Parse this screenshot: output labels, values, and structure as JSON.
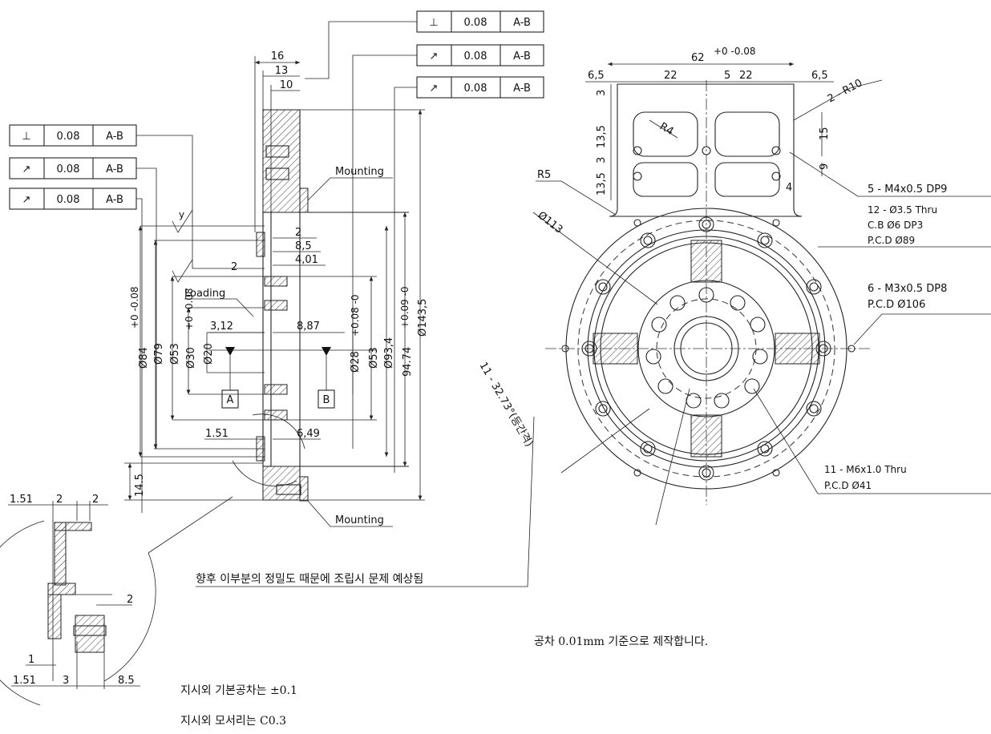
{
  "fcf": {
    "top": [
      {
        "symbol": "⊥",
        "value": "0.08",
        "datum": "A-B"
      },
      {
        "symbol": "↗",
        "value": "0.08",
        "datum": "A-B"
      },
      {
        "symbol": "↗",
        "value": "0.08",
        "datum": "A-B"
      }
    ],
    "left": [
      {
        "symbol": "⊥",
        "value": "0.08",
        "datum": "A-B"
      },
      {
        "symbol": "↗",
        "value": "0.08",
        "datum": "A-B"
      },
      {
        "symbol": "↗",
        "value": "0.08",
        "datum": "A-B"
      }
    ]
  },
  "side_view": {
    "dim_16": "16",
    "dim_13": "13",
    "dim_10": "10",
    "dim_2a": "2",
    "dim_8_5": "8,5",
    "dim_4_01": "4,01",
    "dim_2b": "2",
    "dim_3_12": "3,12",
    "dim_8_87": "8,87",
    "dim_1_51": "1.51",
    "dim_6_49": "6,49",
    "dim_14_5": "14.5",
    "mounting_top": "Mounting",
    "mounting_bottom": "Mounting",
    "loading": "Loading",
    "dia_84": "Ø84",
    "dia_84_tol": "+0 -0.08",
    "dia_79": "Ø79",
    "dia_53": "Ø53",
    "dia_30": "Ø30",
    "dia_30_tol": "+0 -0.08",
    "dia_20": "Ø20",
    "dia_28": "Ø28",
    "dia_28_tol": "+0.08 -0",
    "dia_53b": "Ø53",
    "dia_93_4": "Ø93,4",
    "dia_94_74": "94.74",
    "dia_94_74_tol": "+0.09 -0",
    "dia_143_5": "Ø143,5",
    "datum_a": "A",
    "datum_b": "B",
    "surface_mark": "y"
  },
  "front_view": {
    "dim_62": "62",
    "dim_62_tol": "+0 -0.08",
    "dim_6_5_left": "6,5",
    "dim_22_left": "22",
    "dim_5": "5",
    "dim_22_right": "22",
    "dim_6_5_right": "6,5",
    "dim_2_r10": "2 - R10",
    "dim_r4": "R4",
    "dim_r5": "R5",
    "dim_3_top": "3",
    "dim_13_5_top": "13,5",
    "dim_3_mid": "3",
    "dim_13_5_bot": "13,5",
    "dim_15": "15",
    "dim_9": "9",
    "dim_4": "4",
    "dia_113": "Ø113",
    "note_m4_1": "5 - M4x0.5 DP9",
    "note_m4_2": "12 - Ø3.5 Thru",
    "note_m4_3": "C.B Ø6 DP3",
    "note_m4_4": "P.C.D Ø89",
    "note_m3_1": "6 - M3x0.5 DP8",
    "note_m3_2": "P.C.D Ø106",
    "note_m6_1": "11 - M6x1.0 Thru",
    "note_m6_2": "P.C.D Ø41",
    "angle_note": "11 - 32.73°(등간격)"
  },
  "detail": {
    "dim_1_51_top": "1.51",
    "dim_2_top_a": "2",
    "dim_2_top_b": "2",
    "dim_2_right": "2",
    "dim_1": "1",
    "dim_1_51_bot": "1.51",
    "dim_3": "3",
    "dim_8_5": "8.5"
  },
  "notes": {
    "precision_warning": "향후 이부분의 정밀도 때문에 조립시 문제 예상됨",
    "tolerance_note": "공차 0.01mm 기준으로 제작합니다.",
    "general_tolerance": "지시외 기본공차는 ±0.1",
    "general_chamfer": "지시외 모서리는 C0.3"
  }
}
